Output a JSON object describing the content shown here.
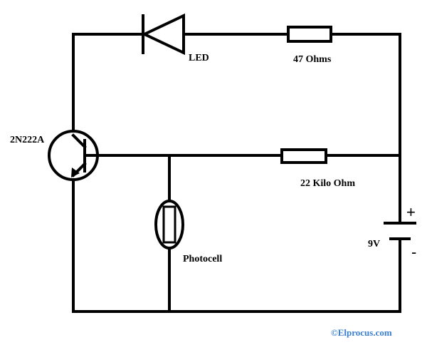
{
  "diagram": {
    "labels": {
      "led": "LED",
      "r1": "47 Ohms",
      "transistor": "2N222A",
      "r2": "22 Kilo Ohm",
      "photocell": "Photocell",
      "battery_voltage": "9V",
      "plus": "+",
      "minus": "-"
    },
    "watermark": "©Elprocus.com"
  }
}
